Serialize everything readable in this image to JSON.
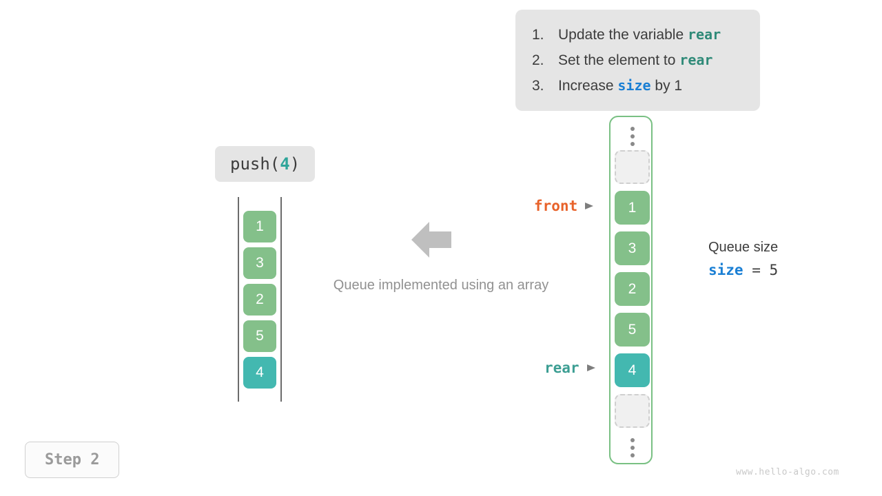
{
  "instructions": {
    "items": [
      {
        "num": "1.",
        "pre": "Update the variable ",
        "code": "rear",
        "code_color": "teal",
        "post": ""
      },
      {
        "num": "2.",
        "pre": "Set the element to ",
        "code": "rear",
        "code_color": "teal",
        "post": ""
      },
      {
        "num": "3.",
        "pre": "Increase ",
        "code": "size",
        "code_color": "blue",
        "post": " by 1"
      }
    ]
  },
  "operation": {
    "name": "push(",
    "argument": "4",
    "close": ")"
  },
  "left_array": {
    "cells": [
      {
        "value": "1",
        "style": "green"
      },
      {
        "value": "3",
        "style": "green"
      },
      {
        "value": "2",
        "style": "green"
      },
      {
        "value": "5",
        "style": "green"
      },
      {
        "value": "4",
        "style": "teal"
      }
    ]
  },
  "center": {
    "caption": "Queue implemented using an array"
  },
  "pointers": {
    "front": "front",
    "rear": "rear"
  },
  "right_array": {
    "slots": [
      {
        "kind": "dots",
        "value": ""
      },
      {
        "kind": "empty",
        "value": ""
      },
      {
        "kind": "green",
        "value": "1"
      },
      {
        "kind": "green",
        "value": "3"
      },
      {
        "kind": "green",
        "value": "2"
      },
      {
        "kind": "green",
        "value": "5"
      },
      {
        "kind": "teal",
        "value": "4"
      },
      {
        "kind": "empty",
        "value": ""
      },
      {
        "kind": "dots",
        "value": ""
      }
    ]
  },
  "size_readout": {
    "title": "Queue size",
    "variable": "size",
    "operator": " = ",
    "value": "5"
  },
  "step": {
    "label": "Step 2"
  },
  "watermark": {
    "text": "www.hello-algo.com"
  },
  "colors": {
    "green": "#84c08a",
    "teal": "#43b8b0",
    "front": "#e8622a",
    "rear": "#3c9e93",
    "blue": "#1a7fd4",
    "callout_bg": "#e5e5e5",
    "border_green": "#79c083",
    "muted": "#919191"
  }
}
